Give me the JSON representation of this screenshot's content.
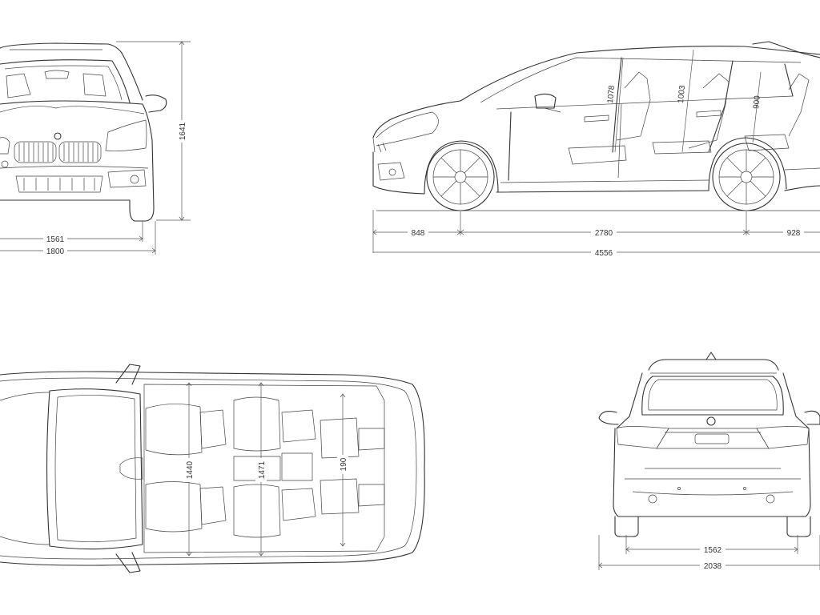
{
  "views": {
    "front": {
      "dimensions": [
        {
          "id": "height",
          "value": "1641"
        },
        {
          "id": "track-front",
          "value": "1561"
        },
        {
          "id": "width",
          "value": "1800"
        }
      ]
    },
    "side": {
      "dimensions": [
        {
          "id": "front-overhang",
          "value": "848"
        },
        {
          "id": "wheelbase",
          "value": "2780"
        },
        {
          "id": "rear-overhang",
          "value": "928"
        },
        {
          "id": "length",
          "value": "4556"
        },
        {
          "id": "headroom-front",
          "value": "1078"
        },
        {
          "id": "headroom-middle",
          "value": "1003"
        },
        {
          "id": "headroom-rear",
          "value": "900"
        }
      ]
    },
    "top": {
      "dimensions": [
        {
          "id": "shoulder-front",
          "value": "1440"
        },
        {
          "id": "shoulder-middle",
          "value": "1471"
        },
        {
          "id": "shoulder-rear",
          "value": "190"
        }
      ]
    },
    "rear": {
      "dimensions": [
        {
          "id": "track-rear",
          "value": "1562"
        },
        {
          "id": "width-mirrors",
          "value": "2038"
        }
      ]
    }
  },
  "colors": {
    "line": "#333333",
    "background": "#ffffff"
  }
}
